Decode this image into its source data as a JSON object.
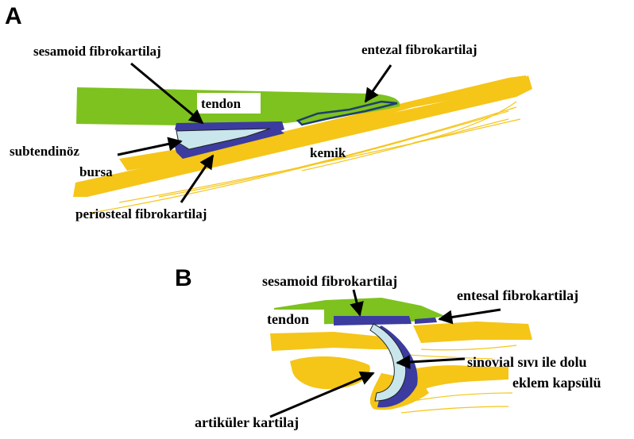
{
  "panels": [
    {
      "letter": "A",
      "labels": {
        "sesamoid": "sesamoid fibrokartilaj",
        "entezal": "entezal fibrokartilaj",
        "tendon": "tendon",
        "subtendinoz": "subtendinöz",
        "bursa": "bursa",
        "kemik": "kemik",
        "periosteal": "periosteal fibrokartilaj"
      }
    },
    {
      "letter": "B",
      "labels": {
        "sesamoid": "sesamoid fibrokartilaj",
        "entesal": "entesal fibrokartilaj",
        "tendon": "tendon",
        "sinovial": "sinovial sıvı ile dolu",
        "eklem": "eklem kapsülü",
        "artikuler": "artiküler kartilaj"
      }
    }
  ],
  "colors": {
    "tendon": "#7dc21e",
    "bone": "#f5c518",
    "fibrocartilage": "#3b3ba0",
    "bursa": "#c9e6ec",
    "background": "#ffffff",
    "arrow": "#000000"
  }
}
